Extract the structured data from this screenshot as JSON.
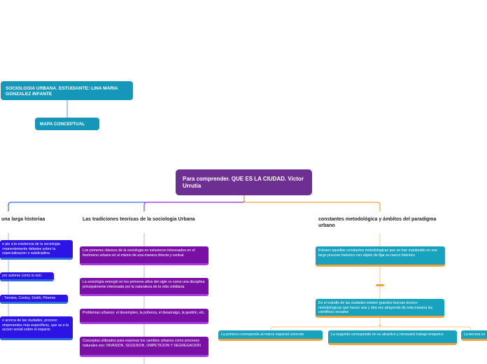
{
  "top": {
    "student": "SOCIOLOGIA URBANA.          ESTUDIANTE: LINA MARIA GONZALEZ INFANTE",
    "concept_map": "MAPA CONCEPTUAL"
  },
  "central": {
    "title": "Para comprender. QUE ES LA CIUDAD. Victor Urrutia"
  },
  "left": {
    "heading": "una larga historiaa",
    "items": [
      "e pie a la existencia de la sociologia rmanentemente debates sobre la especializacion o subdiciplina",
      "por autores como lo son:",
      "; Tonnies, Cooley, Smith, Pirenne",
      "e acerca de las ciudades, proceso omponentes mas especificos, que se e la accion social sobre el espacio"
    ]
  },
  "middle": {
    "heading": "Las tradiciones teoricas de la sociologia Urbana",
    "items": [
      "Los primeros clásicos de la sociologia no estuvieron interesados en el fenómeno urbano en si mismo de una manera directa y central.",
      "La sociología emergió en los primeros años del siglo xx como una disciplina principalmente interesada por la naturaleza  de la vida cotidiana",
      "Problemas urbanos: el desempleo, la pobreza, el desarraigo, la gestión, etc.",
      "Conceptos utilizados para expresar los cambios urbanos como procesos naturales son: INVASION, SUCESION, OMPETICION Y SEGREGACION"
    ]
  },
  "right": {
    "heading": "constantes metodológica y ámbitos del paradigma urbano",
    "items": [
      "Extraen aquellas constantes metodologicas que se han mantenido en ese largo proceso historico con objeto de fijar su marco historico",
      "En el estudio de las ciudades existen grandes fuerzas teorico-metodologicas que hacen una y otra vez atrayendo de esta manera los cientificos sociales"
    ],
    "sub_items": [
      "La primera corresponde al marco espacial concreto",
      "La segunda corresponde en su atractivo y  necesario trabajo emperico",
      "La tercera co"
    ]
  },
  "colors": {
    "teal": "#1597b9",
    "central": "#6d2f91",
    "blue": "#2b14e4",
    "purple": "#7a0fa5",
    "orange": "#f2a23a"
  }
}
